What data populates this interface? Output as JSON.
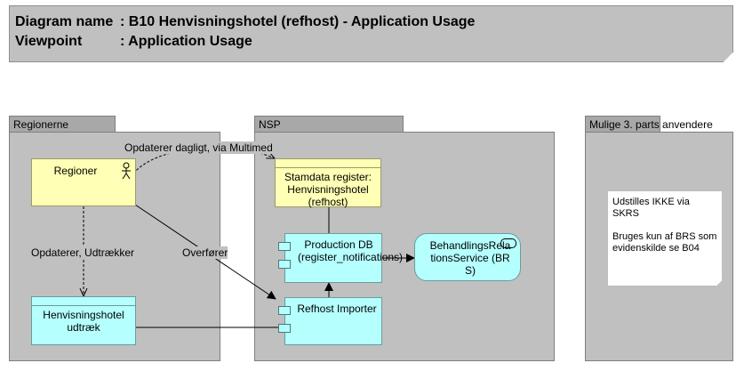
{
  "header": {
    "diagram_label": "Diagram name",
    "diagram_value": ": B10 Henvisningshotel (refhost) - Application Usage",
    "viewpoint_label": "Viewpoint",
    "viewpoint_value": ": Application Usage"
  },
  "groups": {
    "regionerne": "Regionerne",
    "nsp": "NSP",
    "mulige": "Mulige 3. parts anvendere"
  },
  "nodes": {
    "regioner": "Regioner",
    "stamdata": "Stamdata register: Henvisningshotel (refhost)",
    "production_db": "Production DB (register_notifications)",
    "brs": "BehandlingsRelationsService (BRS)",
    "henvisningshotel_udtraek": "Henvisningshotel udtræk",
    "refhost_importer": "Refhost Importer"
  },
  "edges": {
    "opdaterer_dagligt": "Opdaterer dagligt, via Multimed",
    "opdaterer_udtraekker": "Opdaterer, Udtrækker",
    "overforer": "Overfører"
  },
  "note": {
    "line1": "Udstilles IKKE via SKRS",
    "line2": "Bruges kun af BRS som evidenskilde se B04"
  }
}
